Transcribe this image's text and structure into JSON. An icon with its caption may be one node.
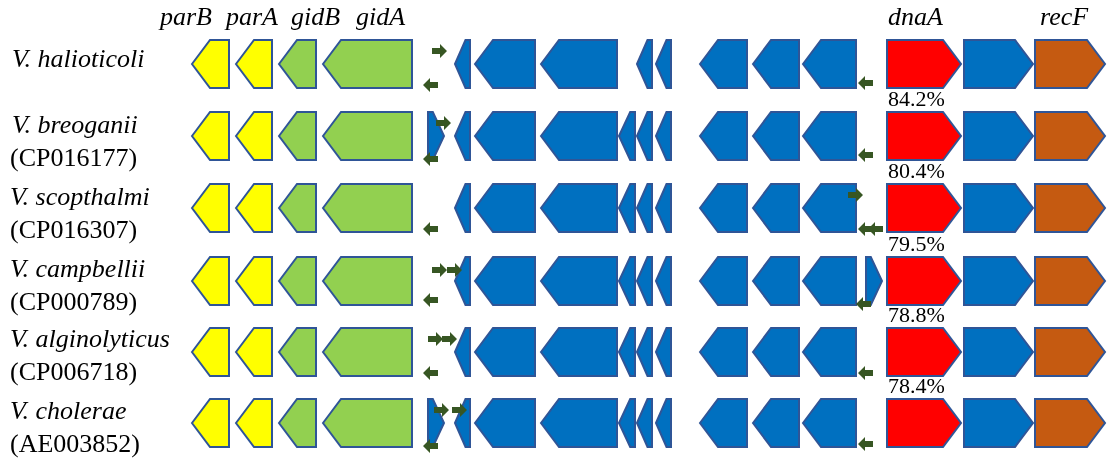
{
  "diagram": {
    "labels": [
      "parB",
      "parA",
      "gidB",
      "gidA",
      "dnaA",
      "recF",
      "V. halioticoli",
      "84.2%",
      "V. breoganii",
      "(CP016177)",
      "80.4%",
      "V. scopthalmi",
      "(CP016307)",
      "79.5%",
      "V. campbellii",
      "(CP000789)",
      "78.8%",
      "V. alginolyticus",
      "(CP006718)",
      "78.4%",
      "V. cholerae",
      "(AE003852)"
    ]
  }
}
